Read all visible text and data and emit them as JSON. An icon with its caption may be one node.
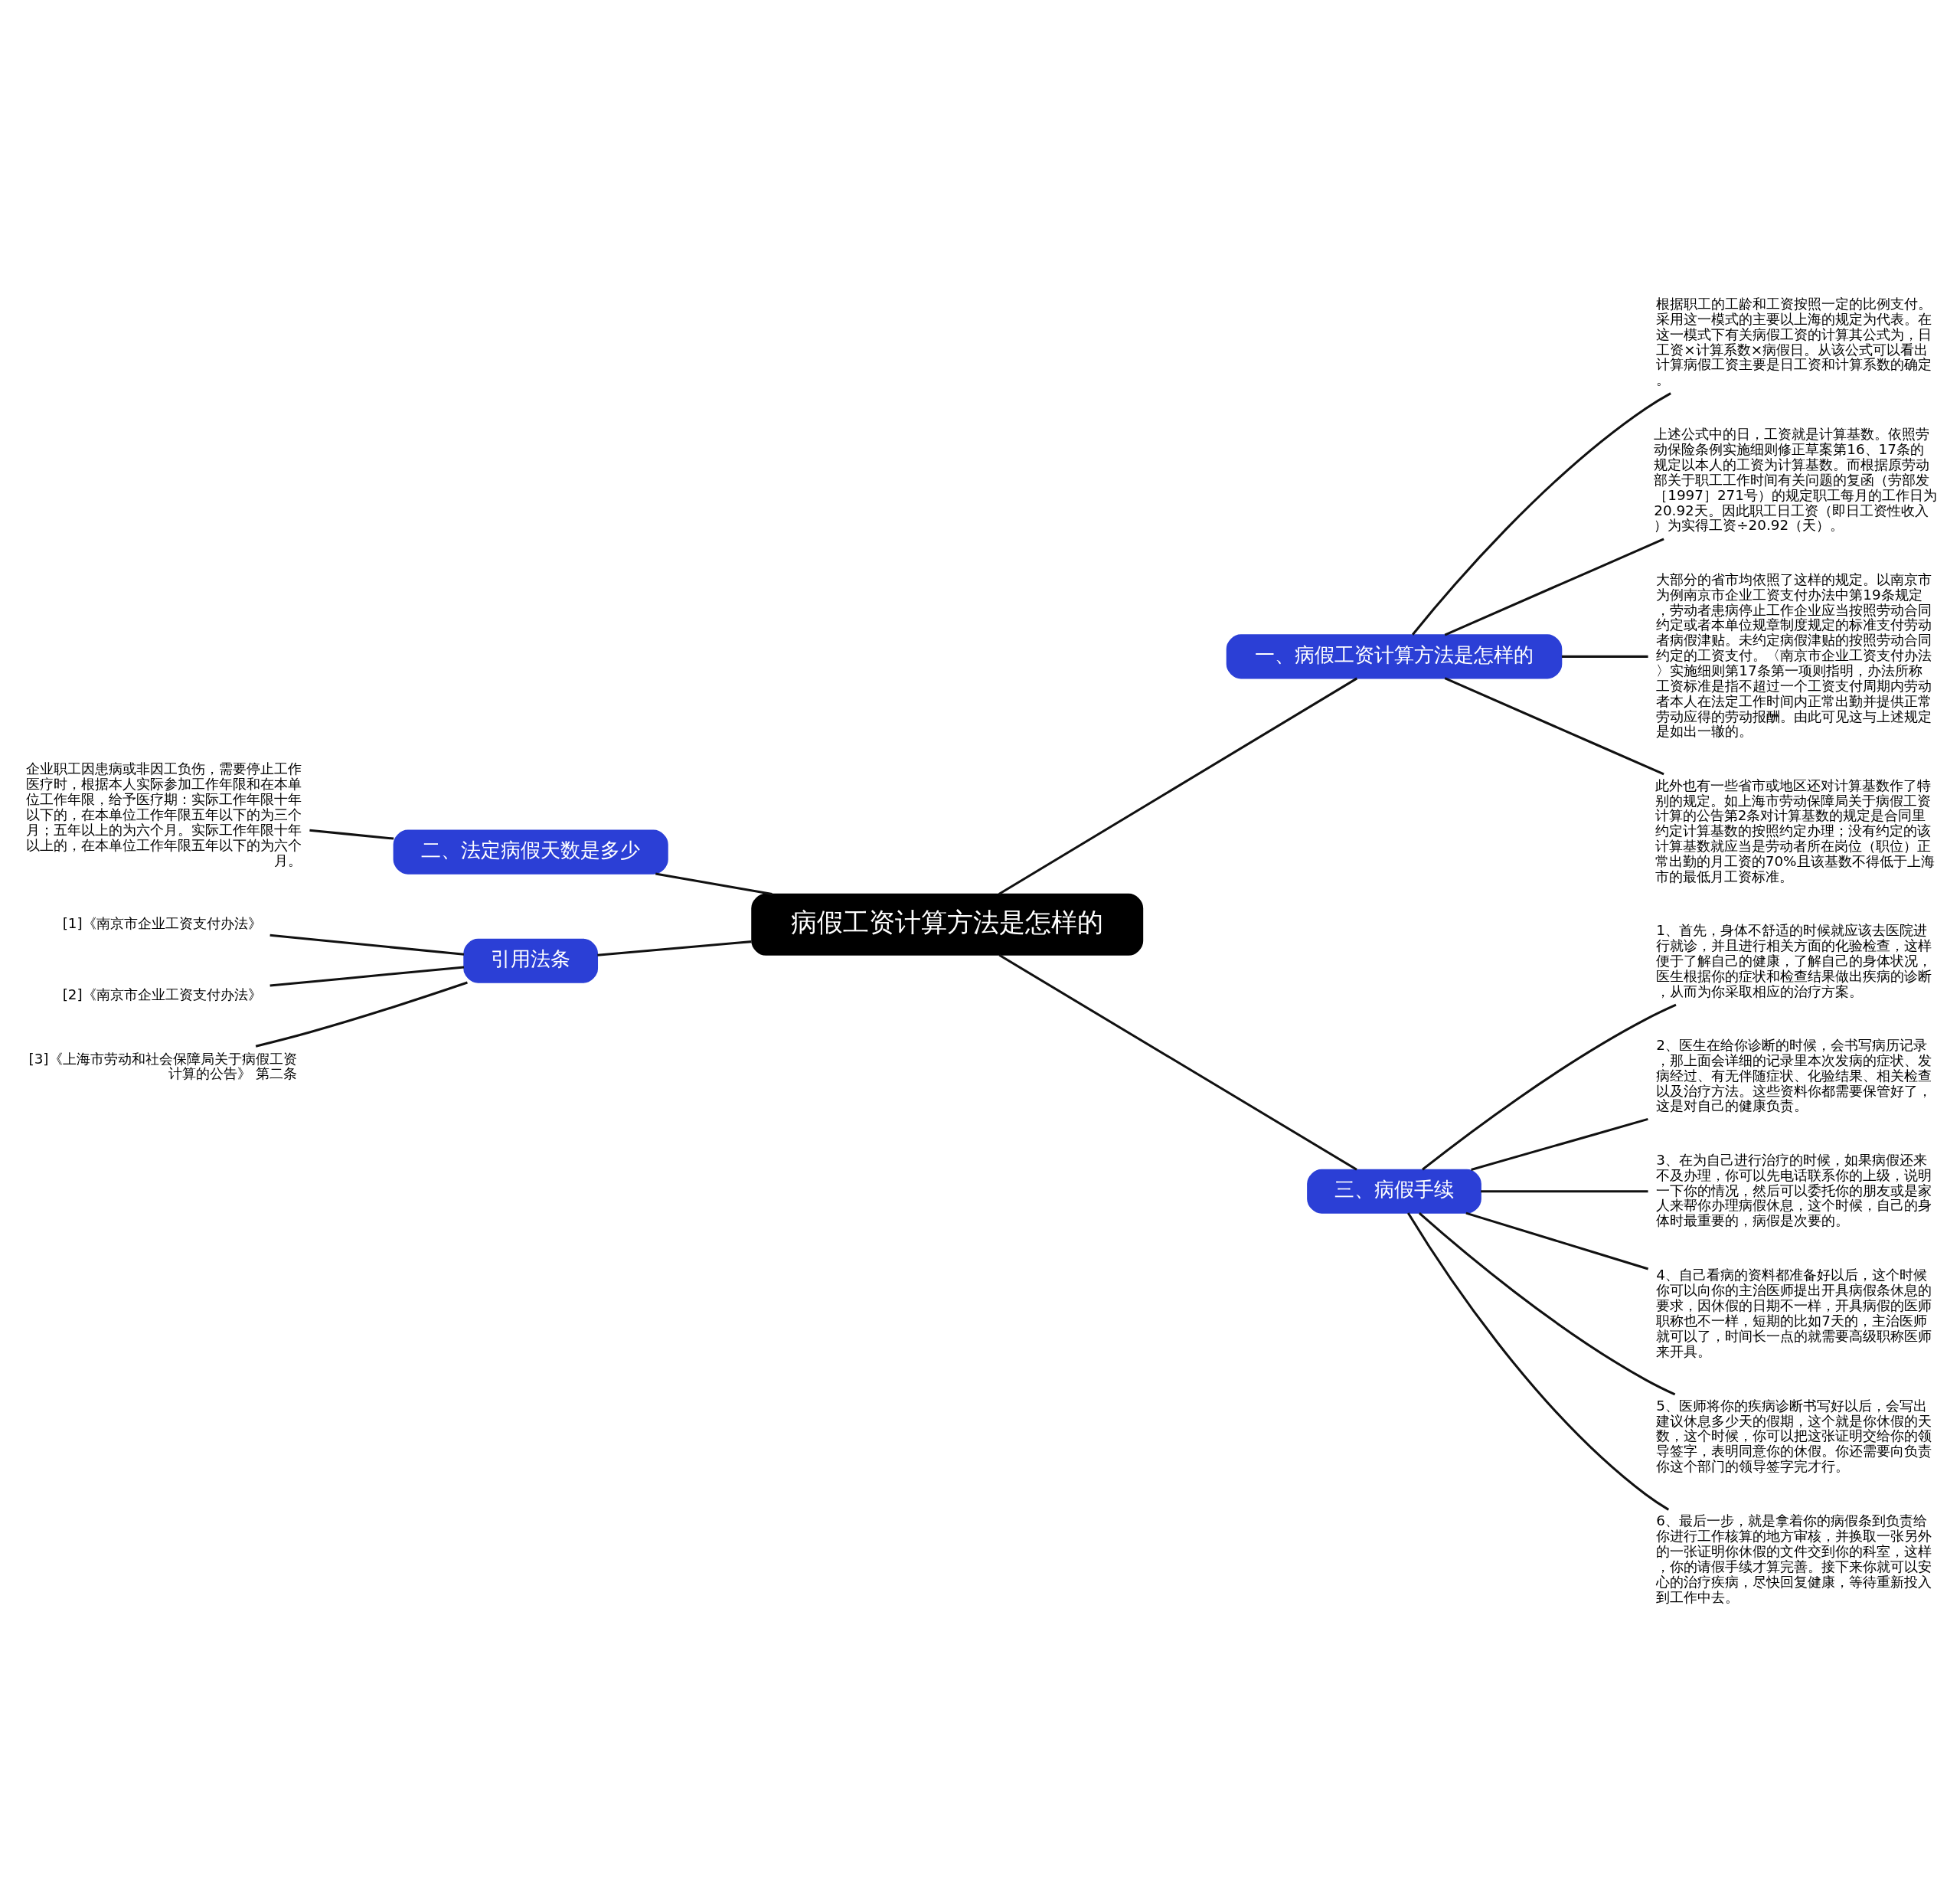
{
  "diagram": {
    "nodes": [
      {
        "text": [
          "病假工资计算方法是怎样的"
        ]
      },
      {
        "text": [
          "一、病假工资计算方法是怎样的"
        ]
      },
      {
        "text": [
          "根据职工的工龄和工资按照一定的比例支付。采用这一模式的主要以上海的规定为代表。在这一模式下有关病假工资的计算其公式为，日工资×计算系数×病假日。从该公式可以看出计算病假工资主要是日工资和计算系数的确定。"
        ]
      },
      {
        "text": [
          "上述公式中的日，工资就是计算基数。依照劳动保险条例实施细则修正草案第16、17条的规定以本人的工资为计算基数。而根据原劳动部关于职工工作时间有关问题的复函（劳部发［1997］271号）的规定职工每月的工作日为20.92天。因此职工日工资（即日工资性收入）为实得工资÷20.92（天）。"
        ]
      },
      {
        "text": [
          "大部分的省市均依照了这样的规定。以南京市为例南京市企业工资支付办法中第19条规定，劳动者患病停止工作企业应当按照劳动合同约定或者本单位规章制度规定的标准支付劳动者病假津贴。未约定病假津贴的按照劳动合同约定的工资支付。〈南京市企业工资支付办法〉实施细则第17条第一项则指明，办法所称工资标准是指不超过一个工资支付周期内劳动者本人在法定工作时间内正常出勤并提供正常劳动应得的劳动报酬。由此可见这与上述规定是如出一辙的。"
        ]
      },
      {
        "text": [
          "此外也有一些省市或地区还对计算基数作了特别的规定。如上海市劳动保障局关于病假工资计算的公告第2条对计算基数的规定是合同里约定计算基数的按照约定办理；没有约定的该计算基数就应当是劳动者所在岗位（职位）正常出勤的月工资的70%且该基数不得低于上海市的最低月工资标准。"
        ]
      },
      {
        "text": [
          "二、法定病假天数是多少"
        ]
      },
      {
        "text": [
          "企业职工因患病或非因工负伤，需要停止工作医疗时，根据本人实际参加工作年限和在本单位工作年限，给予医疗期：实际工作年限十年以下的，在本单位工作年限五年以下的为三个月；五年以上的为六个月。实际工作年限十年以上的，在本单位工作年限五年以下的为六个月。"
        ]
      },
      {
        "text": [
          "引用法条"
        ]
      },
      {
        "text": [
          "[1]《南京市企业工资支付办法》"
        ]
      },
      {
        "text": [
          "[2]《南京市企业工资支付办法》"
        ]
      },
      {
        "text": [
          "[3]《上海市劳动和社会保障局关于病假工资计算的公告》 第二条"
        ]
      },
      {
        "text": [
          "三、病假手续"
        ]
      },
      {
        "text": [
          "1、首先，身体不舒适的时候就应该去医院进行就诊，并且进行相关方面的化验检查，这样便于了解自己的健康，了解自己的身体状况，医生根据你的症状和检查结果做出疾病的诊断，从而为你采取相应的治疗方案。"
        ]
      },
      {
        "text": [
          "2、医生在给你诊断的时候，会书写病历记录，那上面会详细的记录里本次发病的症状、发病经过、有无伴随症状、化验结果、相关检查以及治疗方法。这些资料你都需要保管好了，这是对自己的健康负责。"
        ]
      },
      {
        "text": [
          "3、在为自己进行治疗的时候，如果病假还来不及办理，你可以先电话联系你的上级，说明一下你的情况，然后可以委托你的朋友或是家人来帮你办理病假休息，这个时候，自己的身体时最重要的，病假是次要的。"
        ]
      },
      {
        "text": [
          "4、自己看病的资料都准备好以后，这个时候你可以向你的主治医师提出开具病假条休息的要求，因休假的日期不一样，开具病假的医师职称也不一样，短期的比如7天的，主治医师就可以了，时间长一点的就需要高级职称医师来开具。"
        ]
      },
      {
        "text": [
          "5、医师将你的疾病诊断书写好以后，会写出建议休息多少天的假期，这个就是你休假的天数，这个时候，你可以把这张证明交给你的领导签字，表明同意你的休假。你还需要向负责你这个部门的领导签字完才行。"
        ]
      },
      {
        "text": [
          "6、最后一步，就是拿着你的病假条到负责给你进行工作核算的地方审核，并换取一张另外的一张证明你休假的文件交到你的科室，这样，你的请假手续才算完善。接下来你就可以安心的治疗疾病，尽快回复健康，等待重新投入到工作中去。"
        ]
      }
    ],
    "edges": [
      {
        "from": 0,
        "to": 1,
        "arrow": "none"
      },
      {
        "from": 1,
        "to": 2,
        "arrow": "none"
      },
      {
        "from": 1,
        "to": 3,
        "arrow": "none"
      },
      {
        "from": 1,
        "to": 4,
        "arrow": "none"
      },
      {
        "from": 1,
        "to": 5,
        "arrow": "none"
      },
      {
        "from": 0,
        "to": 6,
        "arrow": "none"
      },
      {
        "from": 6,
        "to": 7,
        "arrow": "none"
      },
      {
        "from": 0,
        "to": 8,
        "arrow": "none"
      },
      {
        "from": 8,
        "to": 9,
        "arrow": "none"
      },
      {
        "from": 8,
        "to": 10,
        "arrow": "none"
      },
      {
        "from": 8,
        "to": 11,
        "arrow": "none"
      },
      {
        "from": 0,
        "to": 12,
        "arrow": "none"
      },
      {
        "from": 12,
        "to": 13,
        "arrow": "none"
      },
      {
        "from": 12,
        "to": 14,
        "arrow": "none"
      },
      {
        "from": 12,
        "to": 15,
        "arrow": "none"
      },
      {
        "from": 12,
        "to": 16,
        "arrow": "none"
      },
      {
        "from": 12,
        "to": 17,
        "arrow": "none"
      },
      {
        "from": 12,
        "to": 18,
        "arrow": "none"
      }
    ]
  }
}
